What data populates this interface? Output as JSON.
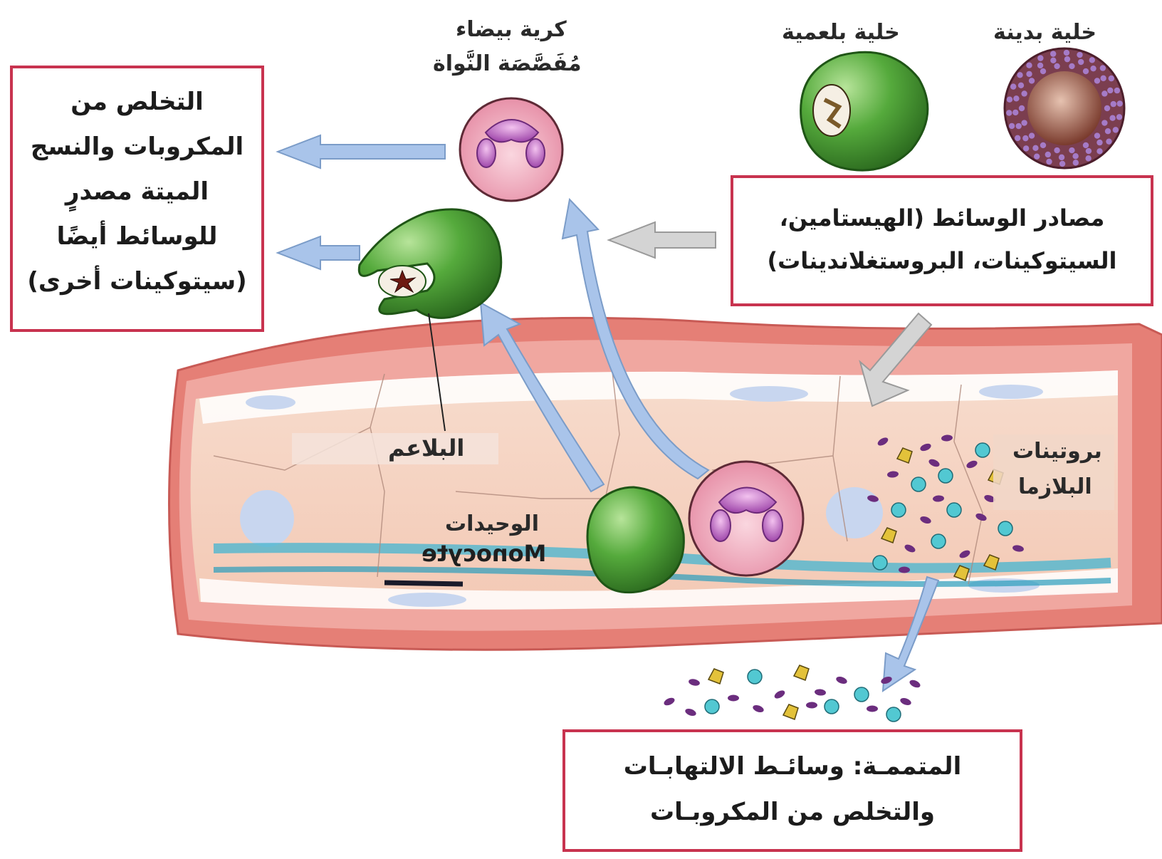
{
  "cells": {
    "mast": {
      "label": "خلية بدينة"
    },
    "macrophage_top": {
      "label": "خلية بلعمية"
    },
    "neutrophil": {
      "line1": "كرية بيضاء",
      "line2": "مُفَصَّصَة النَّواة"
    }
  },
  "boxes": {
    "left": {
      "lines": [
        "التخلص من",
        "المكروبات والنسج",
        "الميتة مصدرٍ",
        "للوسائط أيضًا",
        "(سيتوكينات أخرى)"
      ]
    },
    "right": {
      "lines": [
        "مصادر الوسائط (الهيستامين،",
        "السيتوكينات، البروستغلاندينات)"
      ]
    },
    "bottom": {
      "lines": [
        "المتممـة: وسائـط الالتهابـات",
        "والتخلص من المكروبـات"
      ]
    }
  },
  "labels": {
    "macrophage": "البلاعم",
    "monocyte_ar": "الوحيدات",
    "monocyte_en": "Monocyte",
    "plasma_line1": "بروتينات",
    "plasma_line2": "البلازما"
  },
  "colors": {
    "frame": "#c8334f",
    "arrow_blue": "#a9c4ea",
    "arrow_gray": "#c9c9c9",
    "vessel_wall": "#e07a72",
    "vessel_inner": "#f6d3c2",
    "macrophage": "#4ea03a",
    "neutrophil": "#ef9fb5",
    "mast": "#7b3e4f",
    "plasma_cyan": "#52c8d2",
    "plasma_yellow": "#e3c23a",
    "plasma_purple": "#6b2d7e"
  }
}
